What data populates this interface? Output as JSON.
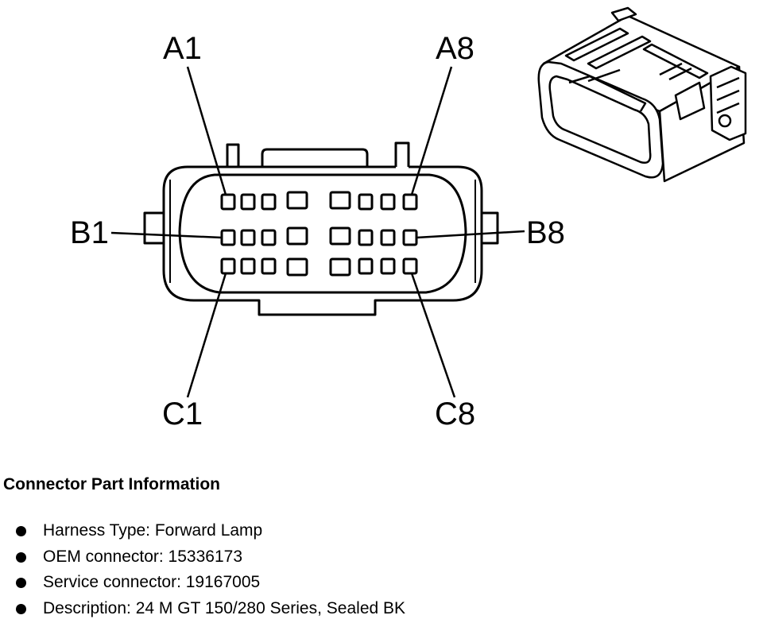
{
  "diagram": {
    "pin_labels": {
      "a1": "A1",
      "a8": "A8",
      "b1": "B1",
      "b8": "B8",
      "c1": "C1",
      "c8": "C8"
    }
  },
  "info": {
    "title": "Connector Part Information",
    "items": [
      "Harness Type: Forward Lamp",
      "OEM connector: 15336173",
      "Service connector: 19167005",
      "Description: 24 M GT 150/280 Series, Sealed BK"
    ]
  }
}
